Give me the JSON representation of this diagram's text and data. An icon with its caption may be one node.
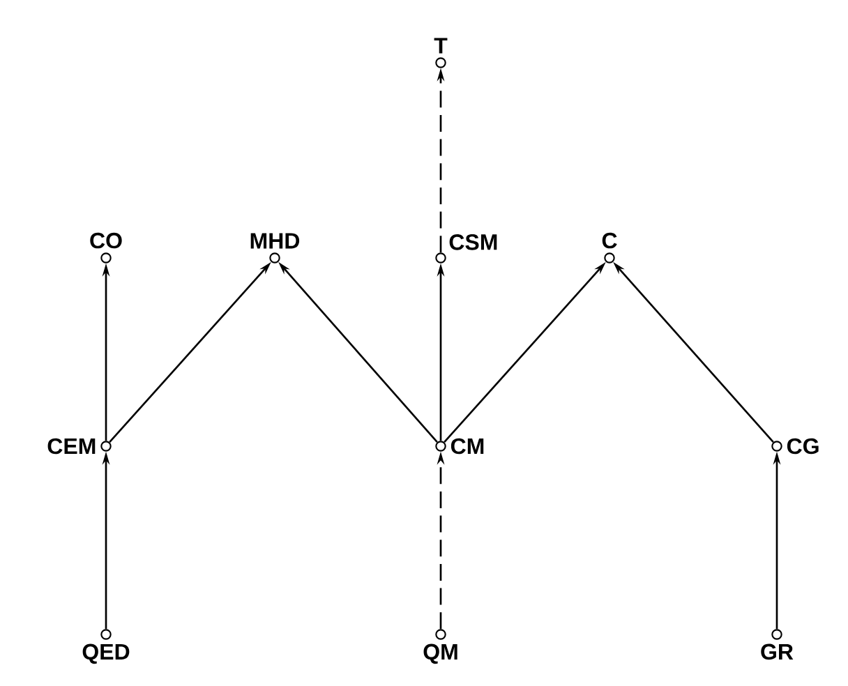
{
  "diagram": {
    "nodes": [
      {
        "text": [
          "T"
        ]
      },
      {
        "text": [
          "CO"
        ]
      },
      {
        "text": [
          "MHD"
        ]
      },
      {
        "text": [
          "CSM"
        ]
      },
      {
        "text": [
          "C"
        ]
      },
      {
        "text": [
          "CEM"
        ]
      },
      {
        "text": [
          "CM"
        ]
      },
      {
        "text": [
          "CG"
        ]
      },
      {
        "text": [
          "QED"
        ]
      },
      {
        "text": [
          "QM"
        ]
      },
      {
        "text": [
          "GR"
        ]
      }
    ],
    "edges": [
      {
        "from": 8,
        "to": 5,
        "arrow": "to"
      },
      {
        "from": 5,
        "to": 1,
        "arrow": "to"
      },
      {
        "from": 5,
        "to": 2,
        "arrow": "to"
      },
      {
        "from": 6,
        "to": 2,
        "arrow": "to"
      },
      {
        "from": 9,
        "to": 6,
        "arrow": "to",
        "style": "dashed"
      },
      {
        "from": 6,
        "to": 3,
        "arrow": "to"
      },
      {
        "from": 3,
        "to": 0,
        "arrow": "to",
        "style": "dashed"
      },
      {
        "from": 6,
        "to": 4,
        "arrow": "to"
      },
      {
        "from": 7,
        "to": 4,
        "arrow": "to"
      },
      {
        "from": 10,
        "to": 7,
        "arrow": "to"
      }
    ]
  }
}
